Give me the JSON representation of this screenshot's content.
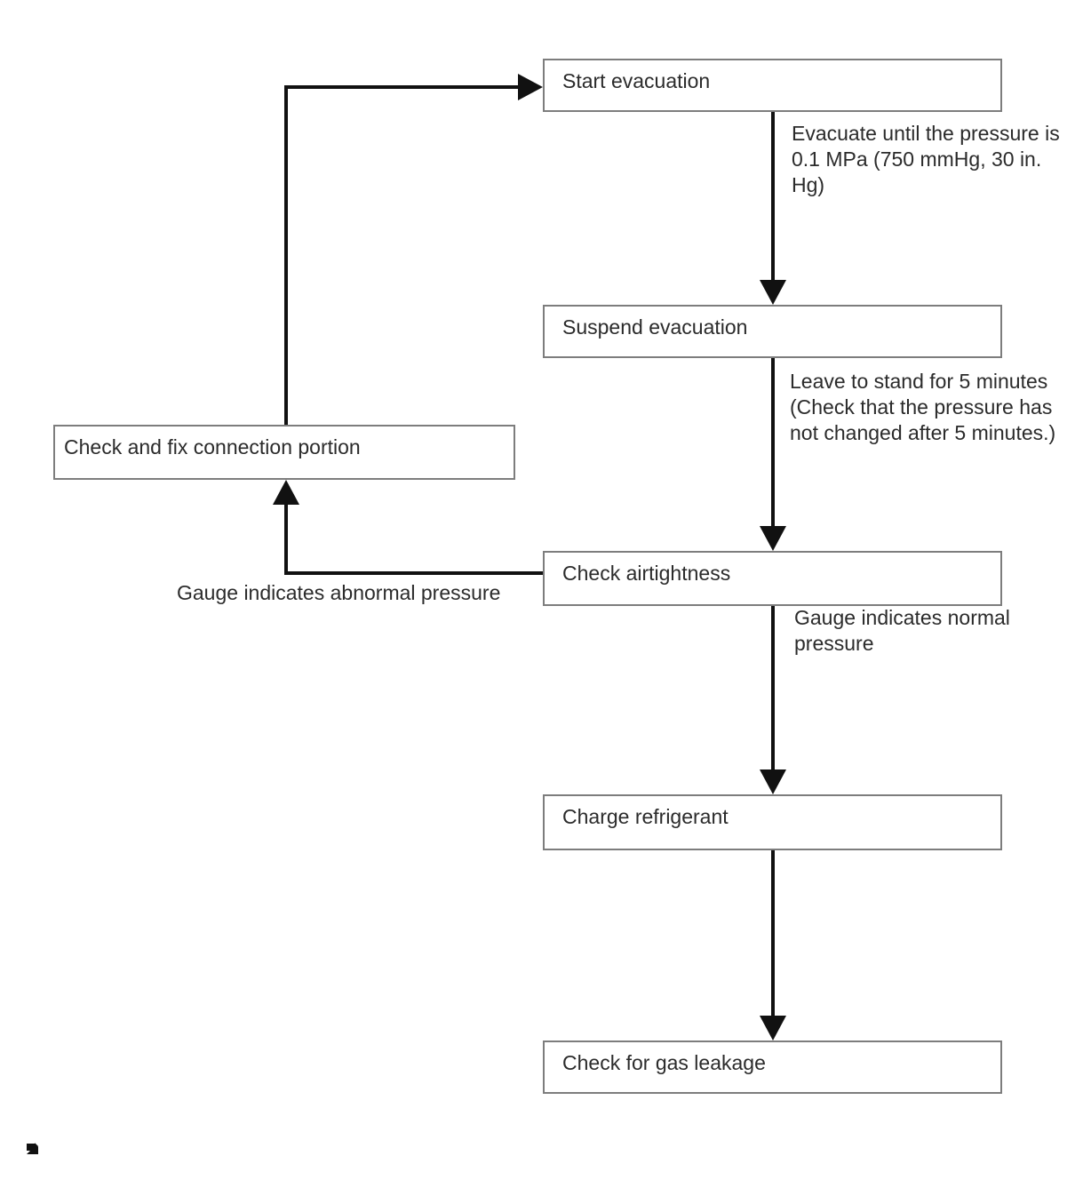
{
  "diagram": {
    "title": "Evacuation and refrigerant charging flowchart",
    "colors": {
      "background": "#ffffff",
      "line": "#111111",
      "box_border": "#7d7d7d",
      "text": "#2b2b2b"
    },
    "nodes": {
      "start_evacuation": {
        "label": "Start evacuation"
      },
      "suspend_evacuation": {
        "label": "Suspend evacuation"
      },
      "check_airtightness": {
        "label": "Check airtightness"
      },
      "charge_refrigerant": {
        "label": "Charge refrigerant"
      },
      "check_gas_leakage": {
        "label": "Check for gas leakage"
      },
      "check_fix_connection": {
        "label": "Check and fix connection portion"
      }
    },
    "edge_labels": {
      "evacuate_note": "Evacuate until the pressure is\n0.1 MPa (750 mmHg, 30 in.\nHg)",
      "stand_note": "Leave to stand for 5 minutes\n(Check that the pressure has\nnot changed after 5 minutes.)",
      "normal_pressure": "Gauge indicates normal\npressure",
      "abnormal_pressure": "Gauge indicates abnormal pressure"
    },
    "icons": {
      "bottom_left": "image-placeholder-icon"
    }
  }
}
